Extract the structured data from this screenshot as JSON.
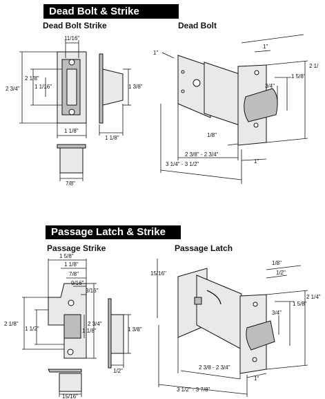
{
  "deadbolt_section": {
    "title": "Dead Bolt & Strike",
    "strike_heading": "Dead Bolt Strike",
    "bolt_heading": "Dead Bolt",
    "strike_dims": {
      "top_width": "11/16\"",
      "height": "2 3/4\"",
      "outer_mid": "2 1/8\"",
      "inner_mid": "1 1/16\"",
      "width": "1 1/8\"",
      "side_height": "1  3/8\"",
      "side_depth": "1 1/8\"",
      "box_width": "7/8\""
    },
    "bolt_dims": {
      "one_inch_top": "1\"",
      "one_inch_left": "1\"",
      "plate_height": "2 1/",
      "inner_1": "1 5/8\"",
      "inner_2": "3/4\"",
      "offset": "1/8\"",
      "backset": "2 3/8\" - 2 3/4\"",
      "total_length": "3 1/4\" - 3 1/2\"",
      "plate_depth": "1\""
    }
  },
  "passage_section": {
    "title": "Passage Latch & Strike",
    "strike_heading": "Passage Strike",
    "latch_heading": "Passage Latch",
    "strike_dims": {
      "w1": "1 5/8\"",
      "w2": "1 1/8\"",
      "w3": "7/8\"",
      "w4": "9/16\"",
      "w5": "3/16\"",
      "h_outer": "2 1/8\"",
      "h_inner": "1 1/2\"",
      "h_right1": "2 3/4\"",
      "h_right2": "1 1/8\"",
      "side_height": "1 3/8\"",
      "side_depth": "1/2\"",
      "box_width": "15/16\""
    },
    "latch_dims": {
      "top_small": "1/8\"",
      "top_half": "1/2\"",
      "left": "15/16\"",
      "plate_height": "2 1/4\"",
      "inner_1": "1 5/8\"",
      "inner_2": "3/4\"",
      "backset": "2 3/8 - 2 3/4\"",
      "total_length": "3 1/2\" - 3 7/8\"",
      "plate_depth": "1\""
    }
  }
}
